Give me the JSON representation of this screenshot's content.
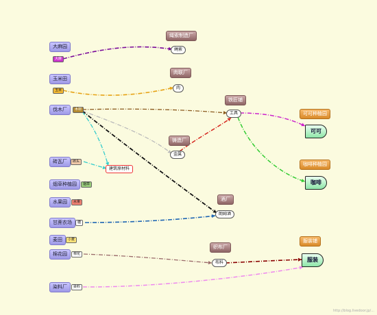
{
  "sources": {
    "damazhou": "大麻园",
    "yumitian": "玉米田",
    "famuchang": "伐木厂",
    "zhuanwachang": "砖瓦厂",
    "yancaozhongzhiyuan": "烟草种植园",
    "shuiguoyuan": "水果园",
    "ganzhenongchang": "甘蔗农场",
    "maitian": "麦田",
    "mianhuayuan": "棉花园",
    "ranliaochang": "染料厂"
  },
  "factories": {
    "shengsuozhizaochang": "绳索制造厂",
    "roulianchang": "肉联厂",
    "tiejiangpu": "铁匠铺",
    "zhuzaochang": "铸造厂",
    "jiuchang": "酒厂",
    "zhibuchang": "织布厂"
  },
  "targets": {
    "kekezhongzhiyuan": "可可种植园",
    "kafeizhongzhiyuan": "咖啡种植园",
    "fuzhuangpu": "服装铺"
  },
  "tags": {
    "dama": "大麻",
    "yumi": "玉米",
    "mucai": "木材",
    "zhuantou": "砖头",
    "yancao": "烟草",
    "shuiguo": "水果",
    "tang": "糖",
    "xiaomai": "小麦",
    "mianhua": "棉花",
    "ranliao": "染料"
  },
  "products": {
    "shengsuo": "绳索",
    "rou": "肉",
    "gongju": "工具",
    "jinshu": "金属",
    "jianzhuyuancailiao": "建筑原材料",
    "langmujiu": "朗姆酒",
    "buliao": "布料"
  },
  "outputs": {
    "keke": "可可",
    "kafei": "咖啡",
    "fuzhuang": "服装"
  },
  "colors": {
    "background": "#fbfbdf",
    "purple": "#7a0a9a",
    "orange": "#e6a316",
    "brown": "#8b5a1e",
    "gray": "#bbbbbb",
    "black": "#111111",
    "red": "#d6261f",
    "teal": "#33cccc",
    "blue": "#1f66b3",
    "magenta": "#cc22cc",
    "green": "#33cc33",
    "mauve": "#9a6a6a",
    "darkred": "#8a0000",
    "pink": "#ee88ee"
  },
  "watermark": "http://blog.livedoor.jp/..."
}
